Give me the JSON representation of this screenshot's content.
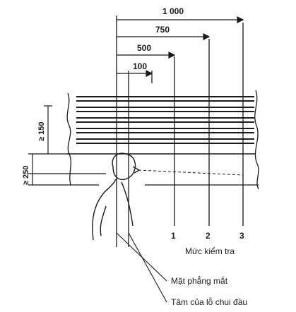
{
  "dimensions": {
    "d1000": "1 000",
    "d750": "750",
    "d500": "500",
    "d100": "100",
    "d150": "≥ 150",
    "d250": "≥ 250"
  },
  "levels": [
    "1",
    "2",
    "3"
  ],
  "captions": {
    "levels_caption": "Mức kiểm tra",
    "eye_plane": "Mặt  phẳng mắt",
    "head_hole_center": "Tâm của lỗ chui đầu"
  }
}
